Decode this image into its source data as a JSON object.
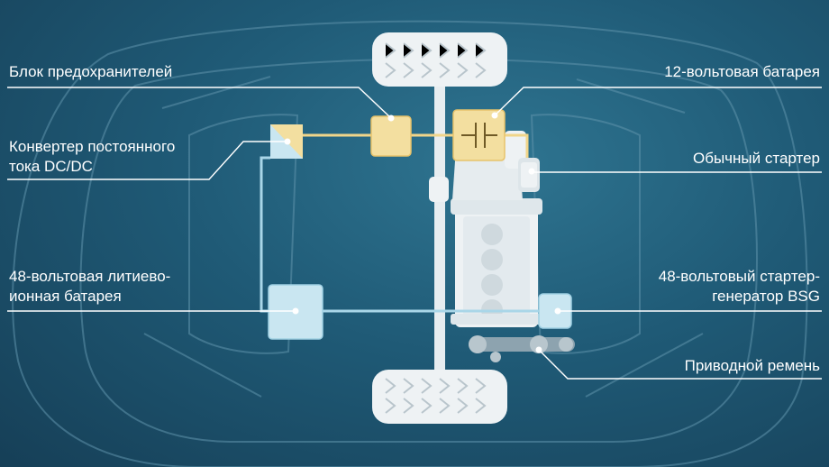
{
  "labels": {
    "fuse_block": "Блок предохранителей",
    "dcdc_1": "Конвертер постоянного",
    "dcdc_2": "тока DC/DC",
    "battery48_1": "48-вольтовая литиево-",
    "battery48_2": "ионная батарея",
    "battery12": "12-вольтовая батарея",
    "starter": "Обычный стартер",
    "bsg_1": "48-вольтовый стартер-",
    "bsg_2": "генератор BSG",
    "belt": "Приводной ремень"
  },
  "colors": {
    "background": "#1f5a76",
    "leader_line": "#ffffff",
    "low_voltage_wire": "#f0d58a",
    "high_voltage_wire": "#a9d6e8",
    "component_12v": "#f3dfa0",
    "component_48v": "#c9e6f1",
    "wheel": "#eef2f4",
    "car_outline": "#5f93ab"
  }
}
